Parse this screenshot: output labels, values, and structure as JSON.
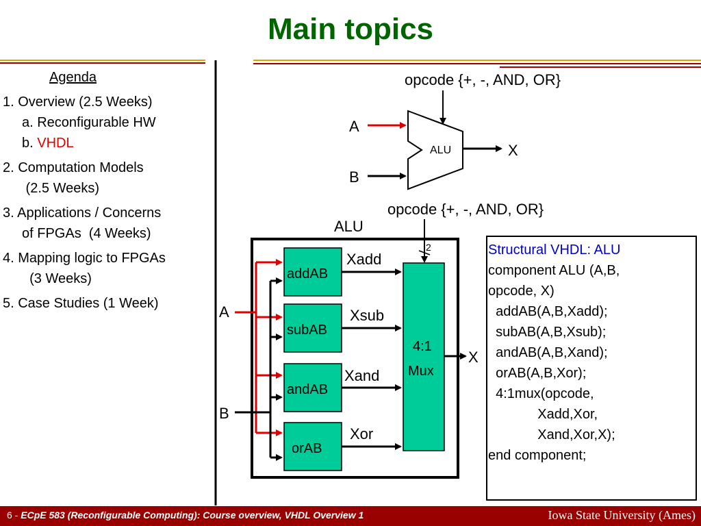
{
  "slide": {
    "title": "Main topics"
  },
  "agenda": {
    "heading": "Agenda",
    "items": [
      {
        "line1": "1. Overview (2.5 Weeks)",
        "sub1": "a. Reconfigurable HW",
        "sub2_prefix": "b. ",
        "sub2_highlight": "VHDL"
      },
      {
        "line1": "2. Computation Models",
        "sub1": " (2.5 Weeks)"
      },
      {
        "line1": "3. Applications / Concerns",
        "sub1": "of FPGAs  (4 Weeks)"
      },
      {
        "line1": "4. Mapping logic to FPGAs",
        "sub1": "  (3 Weeks)"
      },
      {
        "line1": "5. Case Studies (1 Week)"
      }
    ]
  },
  "alu_top": {
    "opcode_label": "opcode {+, -, AND, OR}",
    "input_a": "A",
    "input_b": "B",
    "block_label": "ALU",
    "output_x": "X"
  },
  "alu_detail": {
    "opcode_label": "opcode {+, -, AND, OR}",
    "container_label": "ALU",
    "bus_width": "2",
    "input_a": "A",
    "input_b": "B",
    "blocks": [
      "addAB",
      "subAB",
      "andAB",
      "orAB"
    ],
    "signals": [
      "Xadd",
      "Xsub",
      "Xand",
      "Xor"
    ],
    "mux_line1": "4:1",
    "mux_line2": "Mux",
    "output_x": "X"
  },
  "code": {
    "heading": "Structural VHDL: ALU",
    "lines": [
      "component ALU (A,B,",
      "opcode, X)",
      "  addAB(A,B,Xadd);",
      "  subAB(A,B,Xsub);",
      "  andAB(A,B,Xand);",
      "  orAB(A,B,Xor);",
      "  4:1mux(opcode,",
      "             Xadd,Xor,",
      "             Xand,Xor,X);",
      "end component;"
    ]
  },
  "footer": {
    "page_number": "6",
    "separator": " - ",
    "course_text": "ECpE 583 (Reconfigurable Computing): Course overview, VHDL Overview 1",
    "university": "Iowa State University (Ames)"
  },
  "colors": {
    "title": "#006400",
    "block_fill": "#00cc99",
    "red_wire": "#e00000",
    "footer_bg": "#990000",
    "code_heading": "#0000cc"
  }
}
